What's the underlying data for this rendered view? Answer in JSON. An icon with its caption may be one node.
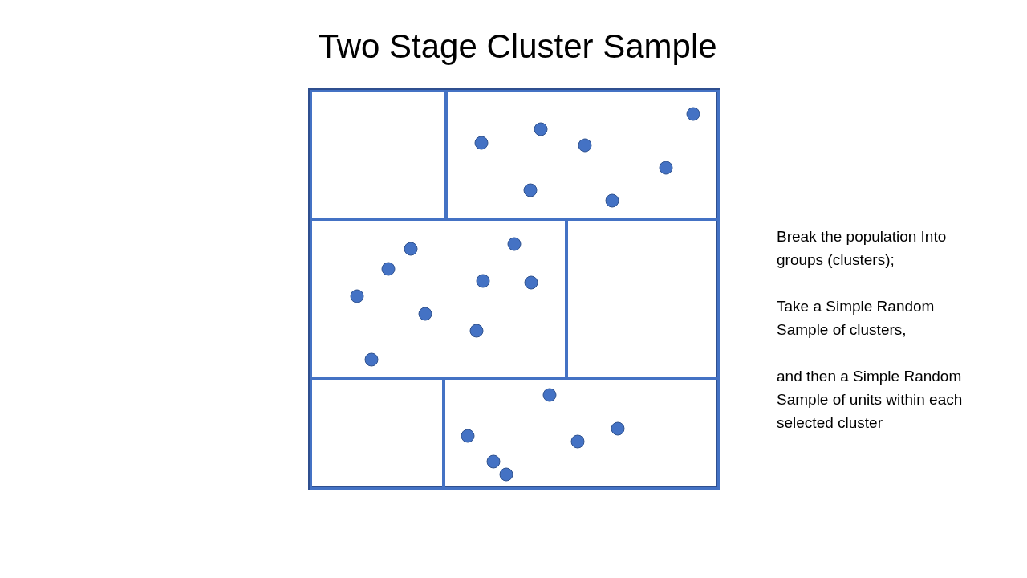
{
  "diagram": {
    "title": "Two Stage Cluster Sample",
    "nodes": [
      {
        "text": [],
        "shape": "box"
      },
      {
        "text": [],
        "shape": "box",
        "in": 0
      },
      {
        "text": [],
        "shape": "box",
        "in": 0
      },
      {
        "text": [],
        "shape": "box",
        "in": 0
      },
      {
        "text": [],
        "shape": "box",
        "in": 0
      },
      {
        "text": [],
        "shape": "box",
        "in": 0
      },
      {
        "text": [],
        "shape": "box",
        "in": 0
      }
    ],
    "labels": [
      "Break the population Into groups (clusters);",
      "Take a Simple Random Sample of clusters,",
      "and then a Simple Random Sample of units within each selected cluster"
    ]
  }
}
